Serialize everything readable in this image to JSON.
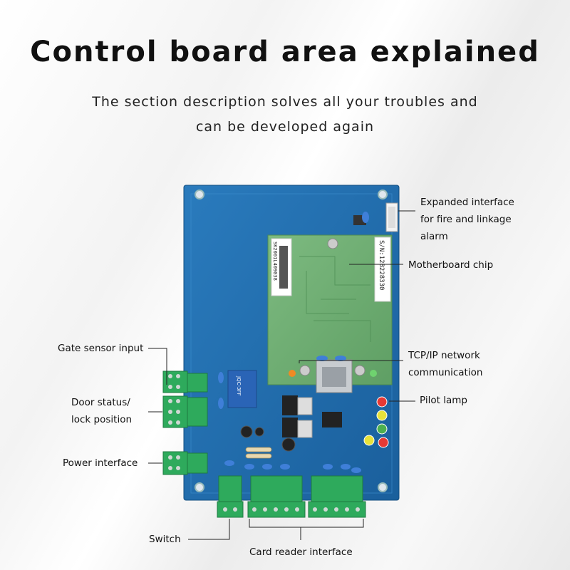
{
  "heading": {
    "title": "Control board area explained",
    "subtitle_line1": "The section description solves all your troubles and",
    "subtitle_line2": "can be developed again"
  },
  "callouts": {
    "fire_alarm": [
      "Expanded interface",
      "for fire and linkage",
      "alarm"
    ],
    "motherboard": "Motherboard chip",
    "tcpip": [
      "TCP/IP network",
      "communication"
    ],
    "pilot_lamp": "Pilot lamp",
    "gate_sensor": "Gate sensor input",
    "door_status": [
      "Door status/",
      "lock position"
    ],
    "power": "Power interface",
    "switch": "Switch",
    "card_reader": "Card reader interface"
  },
  "board_text": {
    "serial": "S/N:12B228330",
    "model": "SK2001L409038",
    "relay": "JQC-3FF"
  },
  "colors": {
    "board_blue": "#1f6fb2",
    "sub_board_green": "#6fae72",
    "terminal_green": "#2eaa5c"
  }
}
